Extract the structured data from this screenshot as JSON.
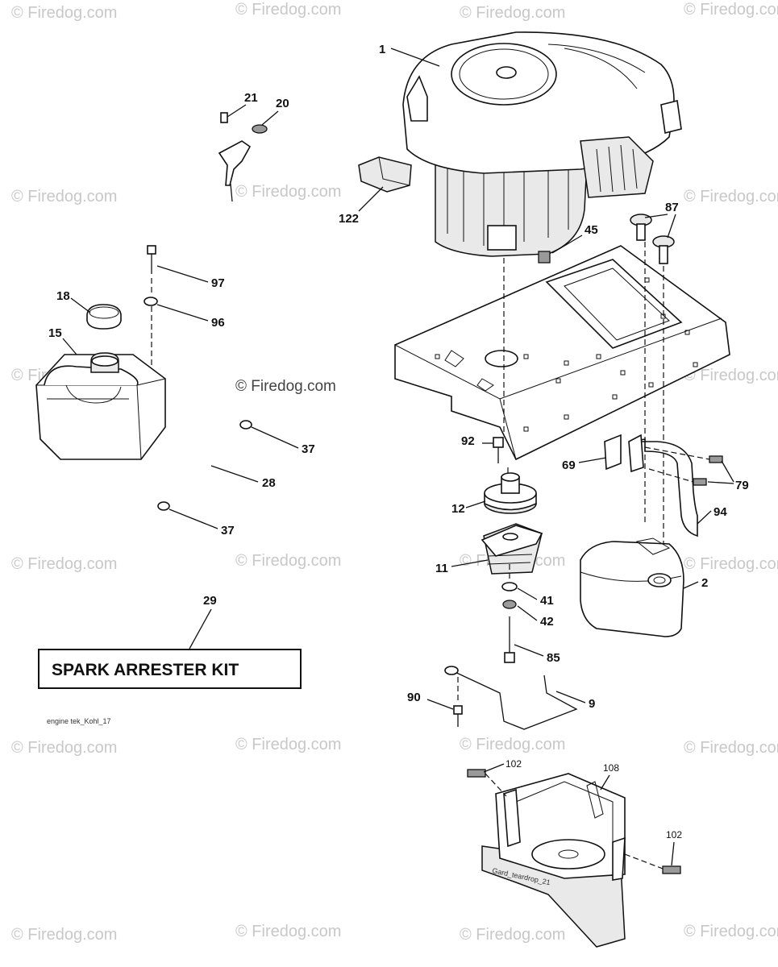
{
  "watermark": {
    "text": "© Firedog.com"
  },
  "callouts": {
    "c1": "1",
    "c122": "122",
    "c21": "21",
    "c20": "20",
    "c97": "97",
    "c96": "96",
    "c18": "18",
    "c15": "15",
    "c87": "87",
    "c45": "45",
    "c37a": "37",
    "c28": "28",
    "c37b": "37",
    "c92": "92",
    "c69": "69",
    "c79": "79",
    "c12": "12",
    "c94": "94",
    "c11": "11",
    "c2": "2",
    "c41": "41",
    "c42": "42",
    "c85": "85",
    "c29": "29",
    "c90": "90",
    "c9": "9",
    "c102a": "102",
    "c108": "108",
    "c102b": "102"
  },
  "kit_label": "SPARK ARRESTER KIT",
  "diagram_ref": "engine tek_Kohl_17",
  "shield_ref": "Gard_teardrop_21"
}
